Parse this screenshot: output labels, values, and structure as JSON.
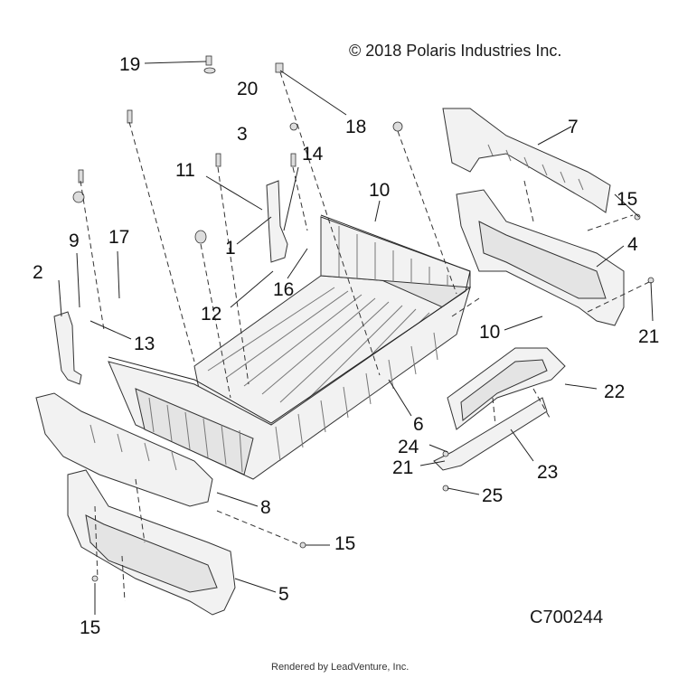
{
  "copyright": "© 2018 Polaris Industries Inc.",
  "diagram_number": "C700244",
  "rendered_by": "Rendered by LeadVenture, Inc.",
  "callouts": {
    "c1": "1",
    "c2": "2",
    "c3": "3",
    "c4": "4",
    "c5": "5",
    "c6": "6",
    "c7": "7",
    "c8": "8",
    "c9": "9",
    "c10a": "10",
    "c10b": "10",
    "c11": "11",
    "c12": "12",
    "c13": "13",
    "c14": "14",
    "c15a": "15",
    "c15b": "15",
    "c15c": "15",
    "c16": "16",
    "c17": "17",
    "c18": "18",
    "c19": "19",
    "c20": "20",
    "c21a": "21",
    "c21b": "21",
    "c22": "22",
    "c23": "23",
    "c24": "24",
    "c25": "25"
  }
}
